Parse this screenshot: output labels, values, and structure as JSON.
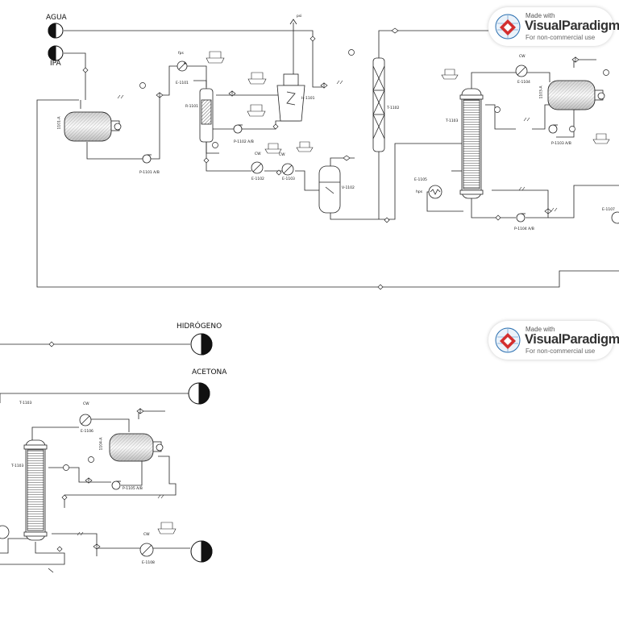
{
  "streams": {
    "agua": "AGUA",
    "ipa": "IPA",
    "hidrogeno": "HIDRÓGENO",
    "acetona": "ACETONA",
    "psi": "psi"
  },
  "equipment": {
    "tk1101": "1101-A",
    "p1101": "P-1101 A/B",
    "e1101": "E-1101",
    "r1101": "R-1101",
    "p1102": "P-1102 A/B",
    "h1101": "H-1101",
    "e1102": "E-1102",
    "e1103": "E-1103",
    "v1102": "V-1102",
    "t1102": "T-1102",
    "t1103": "T-1103",
    "e1104": "E-1104",
    "tk1103": "1103-A",
    "p1103": "P-1103 A/B",
    "e1105": "E-1105",
    "p1104": "P-1104 A/B",
    "e1107": "E-1107",
    "t1103b": "T-1103",
    "e1106": "E-1106",
    "tk1104": "1104-A",
    "p1105": "P-1105 A/B",
    "e1108": "E-1108",
    "fps": "fps",
    "cw1": "CW",
    "cw2": "CW",
    "cw3": "CW",
    "cw4": "CW",
    "cw5": "CW",
    "hps": "hps"
  },
  "watermark": {
    "made_with": "Made with",
    "brand": "VisualParadigm",
    "note": "For non-commercial use"
  },
  "colors": {
    "line": "#222222",
    "brand_red": "#d32f2f",
    "brand_blue": "#2a6fb0"
  }
}
